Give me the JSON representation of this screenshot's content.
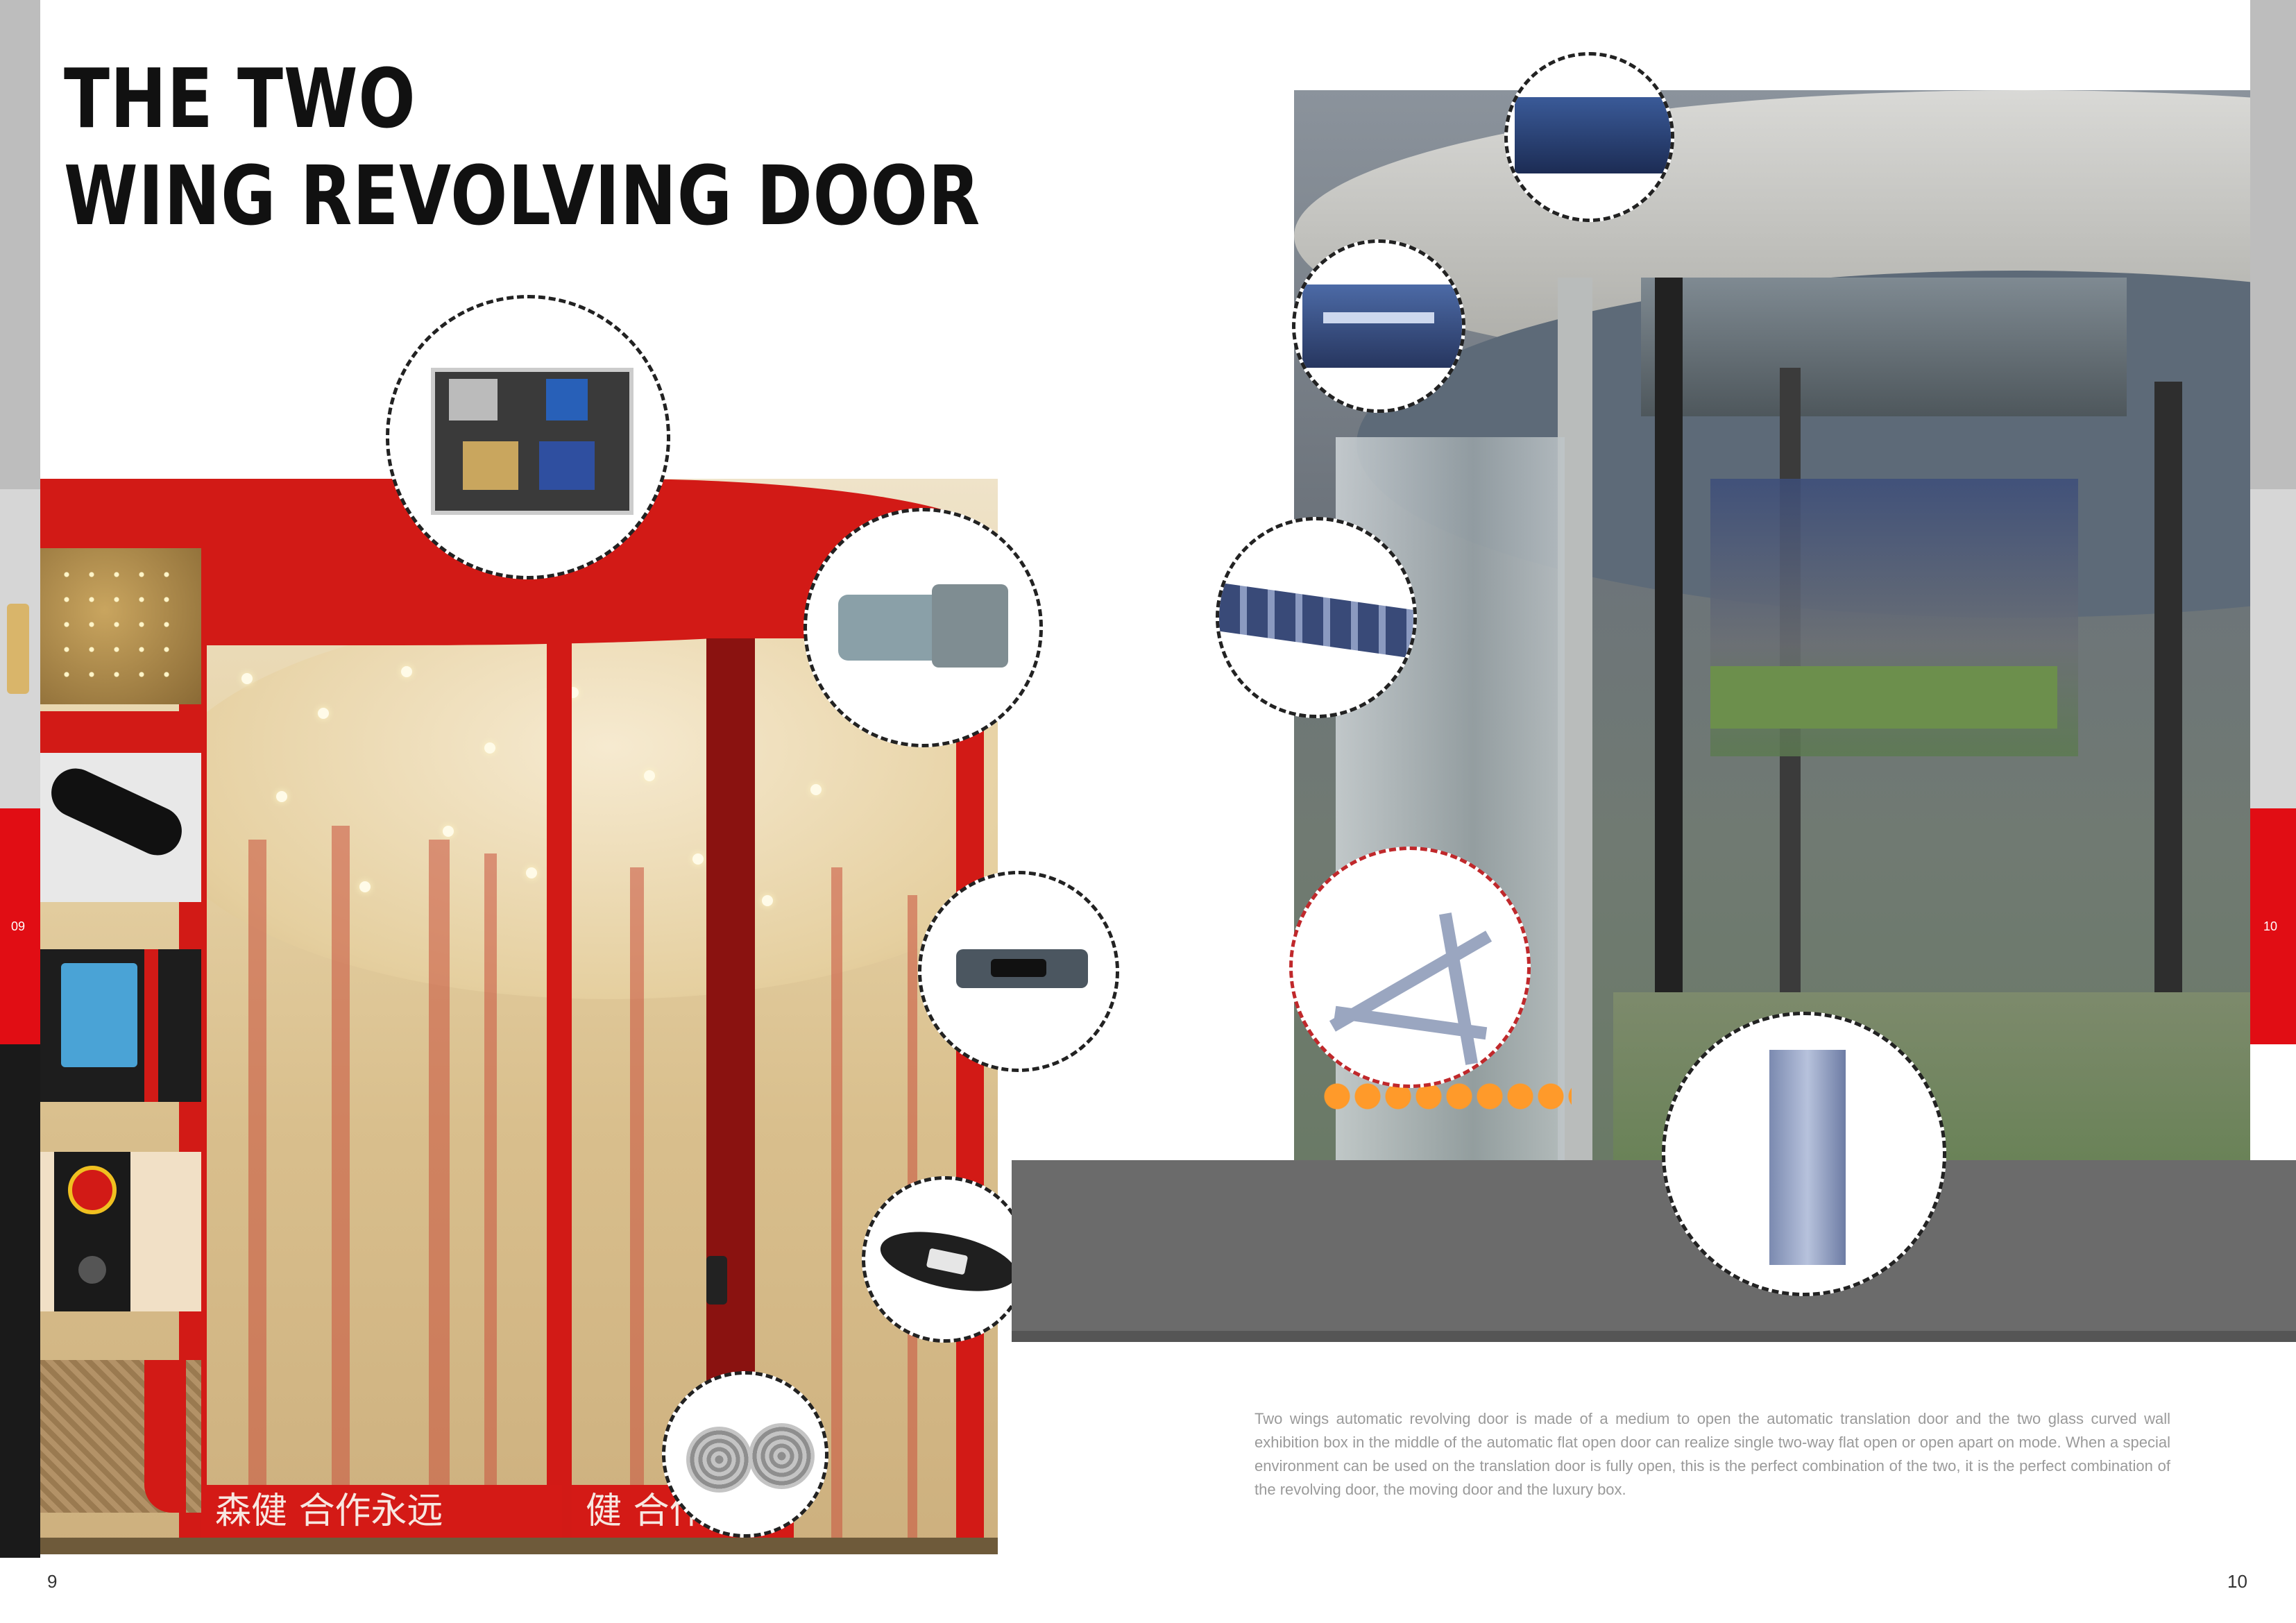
{
  "title": {
    "line1": "THE TWO",
    "line2": "WING REVOLVING DOOR"
  },
  "left_photo": {
    "banner_left": "森健  合作永远",
    "banner_right": "健 合作永"
  },
  "description": "Two wings automatic revolving door is made of a medium to open the automatic translation door and the two glass curved wall exhibition box in the middle of the automatic flat open door can realize single two-way flat open or open apart on mode. When a special environment can be used on the translation door is fully open, this is the perfect combination of the two, it is the perfect combination of the revolving door, the moving door and the luxury box.",
  "side_tabs": {
    "left": "09",
    "right": "10"
  },
  "page_numbers": {
    "left": "9",
    "right": "10"
  },
  "components": [
    "control-box",
    "gear-motor",
    "sensor",
    "switch-plate",
    "ventilation-covers",
    "canopy-motion-sensor",
    "light-panel",
    "beam-track",
    "arm-frame",
    "pivot-post"
  ],
  "colors": {
    "accent_red": "#e10d14",
    "edge_gray": "#bdbdbd",
    "band_gray": "#6b6b6b"
  }
}
